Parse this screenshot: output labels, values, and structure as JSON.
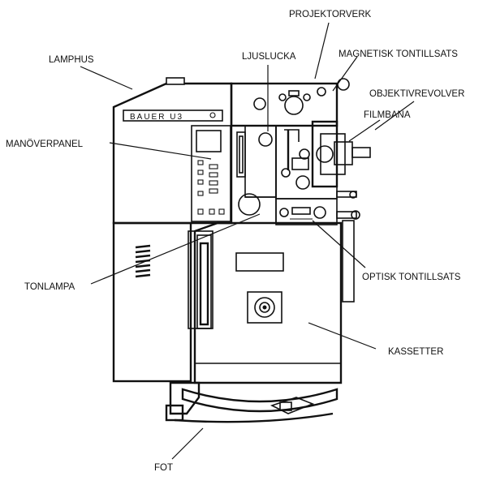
{
  "labels": {
    "projektorverk": "PROJEKTORVERK",
    "lamphus": "LAMPHUS",
    "ljuslucka": "LJUSLUCKA",
    "magnetisk_tontillsats": "MAGNETISK TONTILLSATS",
    "objektivrevolver": "OBJEKTIVREVOLVER",
    "filmbana": "FILMBANA",
    "manoverpanel": "MANÖVERPANEL",
    "tonlampa": "TONLAMPA",
    "optisk_tontillsats": "OPTISK TONTILLSATS",
    "kassetter": "KASSETTER",
    "fot": "FOT"
  },
  "brand_plate": "BAUER U3"
}
